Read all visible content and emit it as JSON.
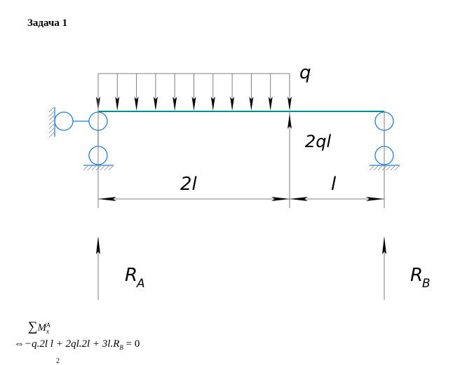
{
  "title": "Задача 1",
  "diagram": {
    "load_label": "q",
    "point_force_label": "2ql",
    "span_left_label": "2l",
    "span_right_label": "l",
    "reaction_a_label": "R",
    "reaction_a_sub": "A",
    "reaction_b_label": "R",
    "reaction_b_sub": "B",
    "load_arrow_count": 11,
    "colors": {
      "beam": "#009090",
      "support": "#1e7fe6",
      "line": "#7f7f7f",
      "arrow": "#000000"
    }
  },
  "equations": {
    "sum_symbol": "∑",
    "moment_label": "M",
    "moment_sup": "A",
    "moment_sub": "x",
    "equiv_symbol": "⇔",
    "line2_part1": "−q.2l l + 2ql.2l + 3l.R",
    "line2_sub": "B",
    "line2_part2": " = 0",
    "line3_fragment": "2"
  }
}
